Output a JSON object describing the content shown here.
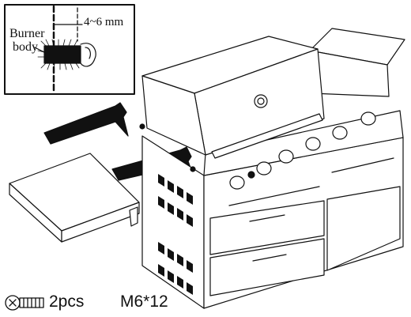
{
  "detail_inset": {
    "label_line1": "Burner",
    "label_line2": "body",
    "gap_dimension": "4~6 mm"
  },
  "hardware": {
    "icon": "screw-icon",
    "quantity": "2pcs",
    "screw_spec": "M6*12"
  },
  "colors": {
    "line": "#111111",
    "fill": "#ffffff",
    "arrow": "#111111"
  }
}
